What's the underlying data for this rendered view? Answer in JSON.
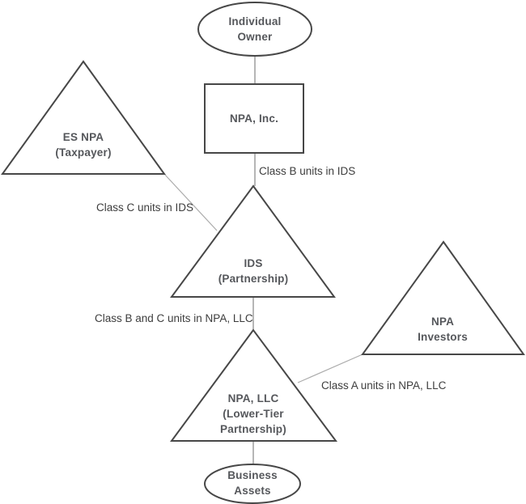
{
  "nodes": {
    "individual_owner": {
      "label": "Individual\nOwner",
      "shape": "ellipse"
    },
    "npa_inc": {
      "label": "NPA, Inc.",
      "shape": "rectangle"
    },
    "es_npa": {
      "label": "ES NPA\n(Taxpayer)",
      "shape": "triangle"
    },
    "ids": {
      "label": "IDS\n(Partnership)",
      "shape": "triangle"
    },
    "npa_investors": {
      "label": "NPA\nInvestors",
      "shape": "triangle"
    },
    "npa_llc": {
      "label": "NPA, LLC\n(Lower-Tier\nPartnership)",
      "shape": "triangle"
    },
    "business_assets": {
      "label": "Business\nAssets",
      "shape": "ellipse"
    }
  },
  "edges": {
    "npa_inc_to_ids": {
      "label": "Class B units in IDS"
    },
    "es_npa_to_ids": {
      "label": "Class C units in IDS"
    },
    "ids_to_npa_llc": {
      "label": "Class B and C units in NPA, LLC"
    },
    "npa_investors_to_npa_llc": {
      "label": "Class A units in NPA, LLC"
    }
  },
  "colors": {
    "background": "#ffffff",
    "shape_border": "#474747",
    "shape_fill": "#ffffff",
    "node_text": "#55575b",
    "edge_text": "#3d3d3d",
    "connector": "#8f8f8f",
    "connector_light": "#ababab"
  }
}
